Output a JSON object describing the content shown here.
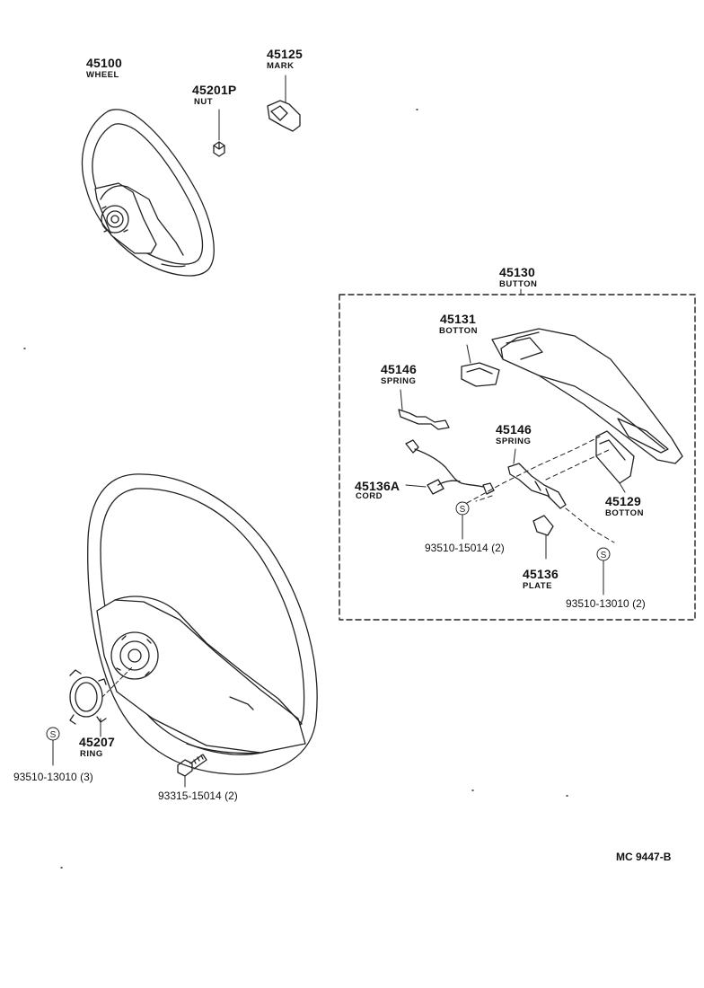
{
  "parts": {
    "wheel": {
      "number": "45100",
      "name": "WHEEL"
    },
    "mark": {
      "number": "45125",
      "name": "MARK"
    },
    "nut": {
      "number": "45201P",
      "name": "NUT"
    },
    "button_assy": {
      "number": "45130",
      "name": "BUTTON"
    },
    "button_upper": {
      "number": "45131",
      "name": "BOTTON"
    },
    "spring_left": {
      "number": "45146",
      "name": "SPRING"
    },
    "spring_right": {
      "number": "45146",
      "name": "SPRING"
    },
    "cord": {
      "number": "45136A",
      "name": "CORD"
    },
    "button_lower": {
      "number": "45129",
      "name": "BOTTON"
    },
    "screw_15014": {
      "number": "93510-15014 (2)"
    },
    "plate": {
      "number": "45136",
      "name": "PLATE"
    },
    "screw_13010_box": {
      "number": "93510-13010 (2)"
    },
    "ring": {
      "number": "45207",
      "name": "RING"
    },
    "screw_13010_ring": {
      "number": "93510-13010 (3)"
    },
    "bolt": {
      "number": "93315-15014 (2)"
    }
  },
  "screw_symbol": "S",
  "diagram_code": "MC  9447-B"
}
